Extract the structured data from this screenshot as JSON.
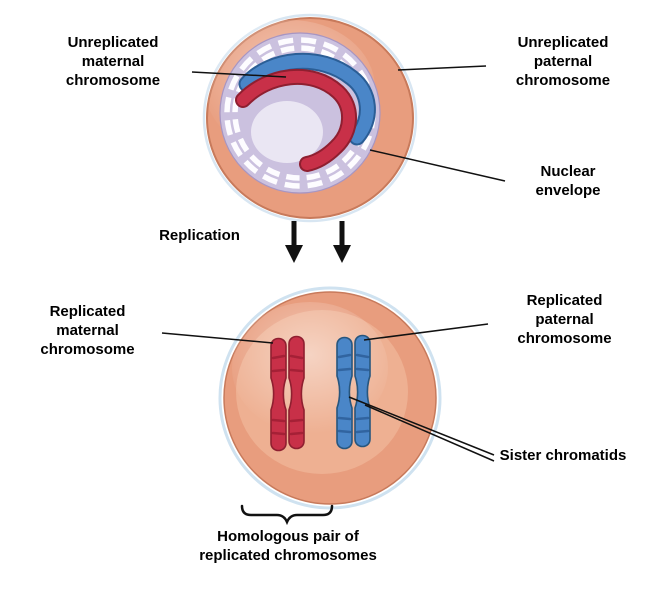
{
  "figure_title": "Chromosome replication diagram",
  "labels": {
    "unreplicated_maternal": "Unreplicated\nmaternal\nchromosome",
    "unreplicated_paternal": "Unreplicated\npaternal\nchromosome",
    "nuclear_envelope": "Nuclear\nenvelope",
    "replication": "Replication",
    "replicated_maternal": "Replicated\nmaternal\nchromosome",
    "replicated_paternal": "Replicated\npaternal\nchromosome",
    "sister_chromatids": "Sister chromatids",
    "homologous_pair": "Homologous pair of\nreplicated chromosomes"
  },
  "colors": {
    "cell_fill": "#e89d7e",
    "cell_edge": "#c87a5b",
    "cell_rim": "#d8e6f2",
    "nucleus_fill": "#cbc1df",
    "envelope_white": "#fdfcff",
    "maternal_red": "#c83048",
    "paternal_blue": "#4a86c8",
    "line_black": "#111111"
  }
}
